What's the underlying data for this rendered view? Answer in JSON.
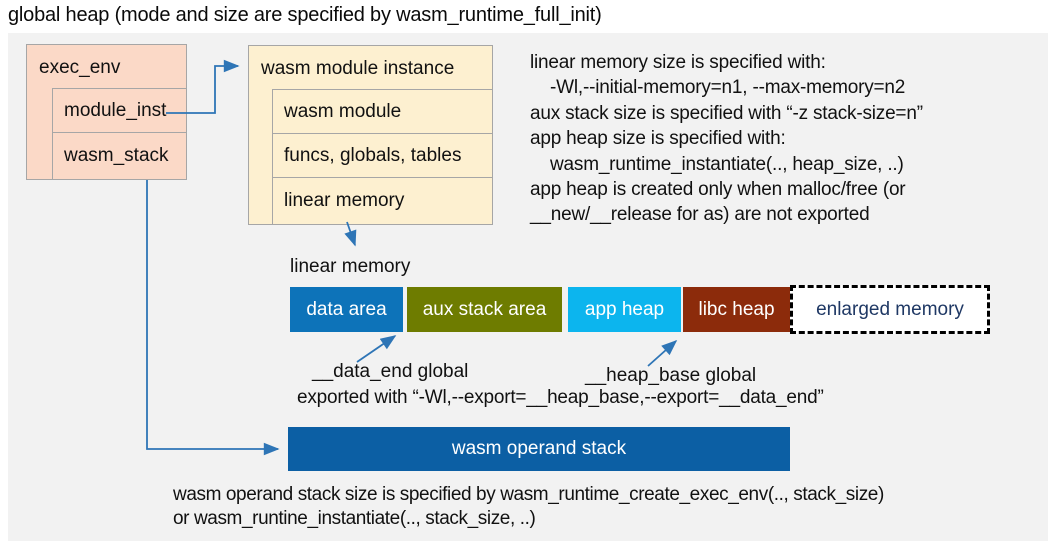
{
  "title": "global heap (mode and size are specified by wasm_runtime_full_init)",
  "exec_env": {
    "header": "exec_env",
    "rows": [
      "module_inst",
      "wasm_stack"
    ]
  },
  "module_instance": {
    "header": "wasm module instance",
    "rows": [
      "wasm module",
      "funcs, globals, tables",
      "linear memory"
    ]
  },
  "notes": {
    "lines": [
      "linear memory size is specified with:",
      "-Wl,--initial-memory=n1, --max-memory=n2",
      "aux stack size is specified with “-z stack-size=n”",
      "app heap size is specified with:",
      "wasm_runtime_instantiate(.., heap_size, ..)",
      "app heap is created only when malloc/free (or",
      "__new/__release for as) are not exported"
    ]
  },
  "linear_memory": {
    "label": "linear memory",
    "segments": [
      {
        "label": "data area",
        "color": "#0d73b9"
      },
      {
        "label": "aux stack area",
        "color": "#6e7c00"
      },
      {
        "label": "app heap",
        "color": "#0cb5ee"
      },
      {
        "label": "libc heap",
        "color": "#8c2b0b"
      }
    ],
    "enlarged_label": "enlarged memory"
  },
  "annotations": {
    "data_end": "__data_end global",
    "heap_base": "__heap_base global",
    "exported": "exported with “-Wl,--export=__heap_base,--export=__data_end”"
  },
  "operand_stack": {
    "label": "wasm operand stack",
    "note_line1": "wasm operand stack size is specified by wasm_runtime_create_exec_env(.., stack_size)",
    "note_line2": "or wasm_runtine_instantiate(.., stack_size, ..)"
  },
  "colors": {
    "panel_bg": "#f2f2f2",
    "struct_fill": "#fbd9c7",
    "module_fill": "#fdf0d0",
    "border_gray": "#a6a6a6",
    "arrow_blue": "#2e75b6",
    "operand_bar": "#0c5fa4",
    "enlarged_text": "#1f3864"
  }
}
